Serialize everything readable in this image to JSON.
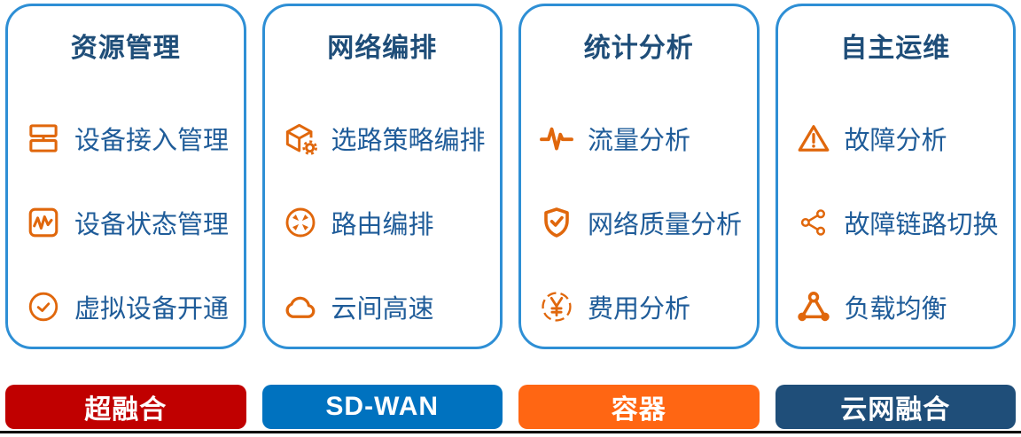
{
  "colors": {
    "panel_border": "#2E8FD5",
    "title_text": "#1F4E79",
    "item_text": "#1F5C99",
    "icon_orange": "#E0670C"
  },
  "panels": [
    {
      "title": "资源管理",
      "items": [
        {
          "icon": "device-stack-icon",
          "label": "设备接入管理"
        },
        {
          "icon": "status-monitor-icon",
          "label": "设备状态管理"
        },
        {
          "icon": "clock-icon",
          "label": "虚拟设备开通"
        }
      ]
    },
    {
      "title": "网络编排",
      "items": [
        {
          "icon": "cube-gear-icon",
          "label": "选路策略编排"
        },
        {
          "icon": "router-icon",
          "label": "路由编排"
        },
        {
          "icon": "cloud-icon",
          "label": "云间高速"
        }
      ]
    },
    {
      "title": "统计分析",
      "items": [
        {
          "icon": "pulse-icon",
          "label": "流量分析"
        },
        {
          "icon": "shield-check-icon",
          "label": "网络质量分析"
        },
        {
          "icon": "yuan-circle-icon",
          "label": "费用分析"
        }
      ]
    },
    {
      "title": "自主运维",
      "items": [
        {
          "icon": "warning-triangle-icon",
          "label": "故障分析"
        },
        {
          "icon": "share-link-icon",
          "label": "故障链路切换"
        },
        {
          "icon": "load-balance-icon",
          "label": "负载均衡"
        }
      ]
    }
  ],
  "bars": [
    {
      "label": "超融合",
      "color": "#C00000"
    },
    {
      "label": "SD-WAN",
      "color": "#0072BF"
    },
    {
      "label": "容器",
      "color": "#FF6613"
    },
    {
      "label": "云网融合",
      "color": "#1F4E79"
    }
  ]
}
